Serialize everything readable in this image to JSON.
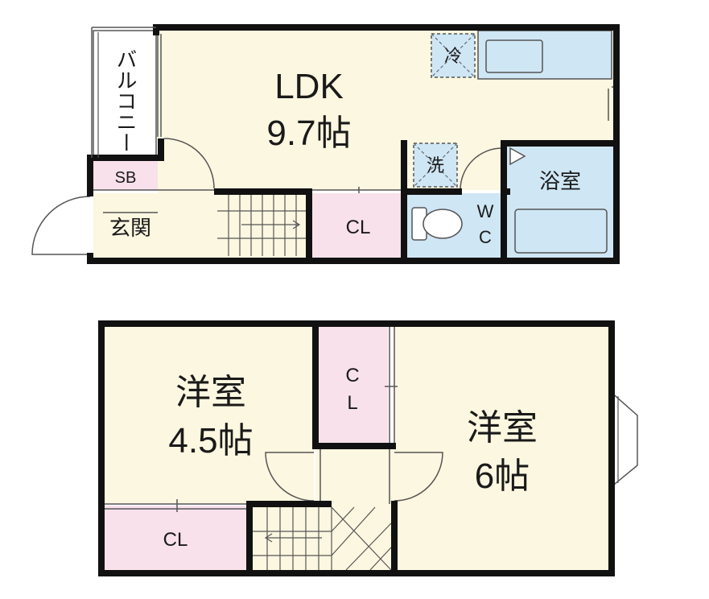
{
  "colors": {
    "living": "#fcf7e0",
    "closet": "#f8e1ea",
    "wet": "#cfe6f5",
    "wall": "#111111",
    "thin": "#555555",
    "background": "#ffffff"
  },
  "floor1": {
    "ldk_name": "LDK",
    "ldk_size": "9.7帖",
    "balcony": "バルコニー",
    "shoebox": "SB",
    "entrance": "玄関",
    "closet": "CL",
    "fridge": "冷",
    "washer": "洗",
    "toilet_w": "W",
    "toilet_c": "C",
    "bath": "浴室"
  },
  "floor2": {
    "room_a_name": "洋室",
    "room_a_size": "4.5帖",
    "room_b_name": "洋室",
    "room_b_size": "6帖",
    "closet_c": "C",
    "closet_l": "L",
    "closet_bottom": "CL"
  }
}
